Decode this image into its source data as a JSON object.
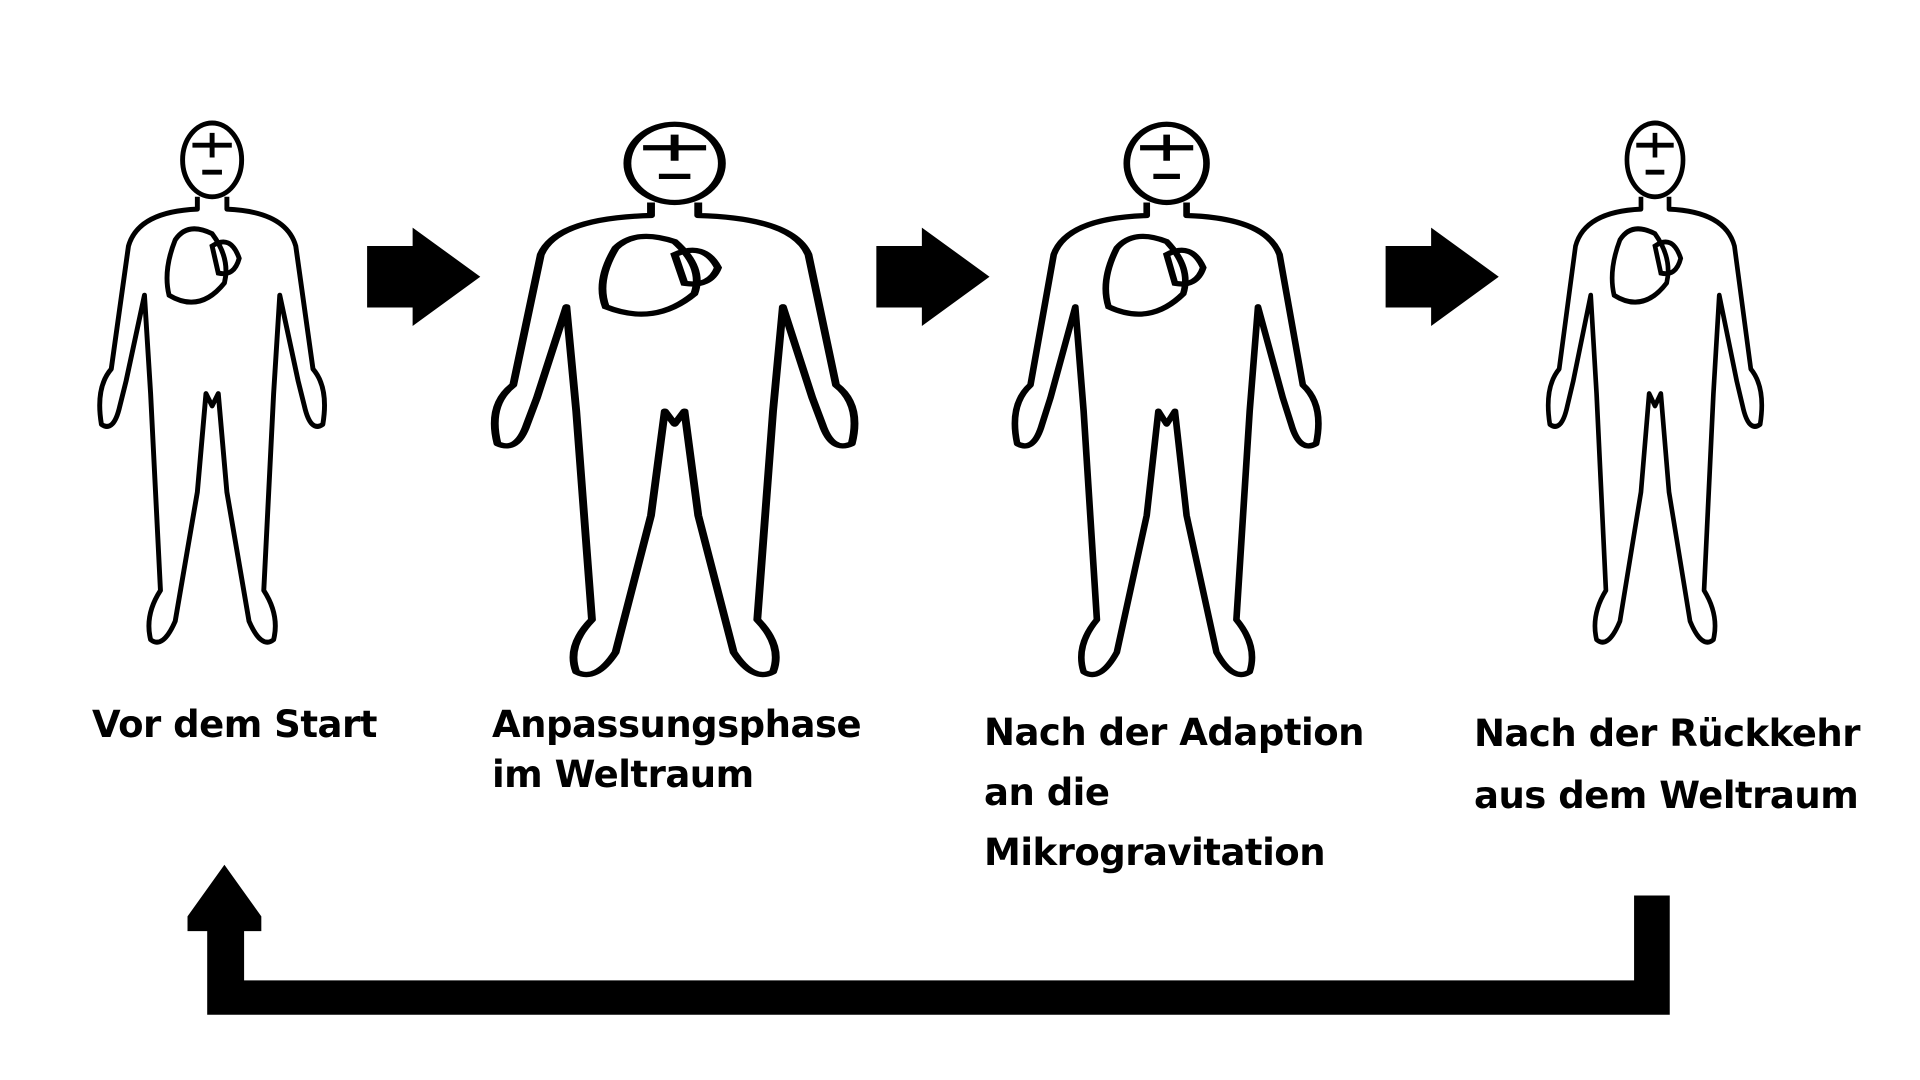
{
  "stages": [
    {
      "lines": [
        "Vor dem Start"
      ]
    },
    {
      "lines": [
        "Anpassungsphase",
        "im Weltraum"
      ]
    },
    {
      "lines": [
        "Nach der Adaption",
        "an die",
        "Mikrogravitation"
      ]
    },
    {
      "lines": [
        "Nach der Rückkehr",
        "aus dem Weltraum"
      ]
    }
  ],
  "colors": {
    "stroke": "#000000",
    "background": "#ffffff"
  }
}
